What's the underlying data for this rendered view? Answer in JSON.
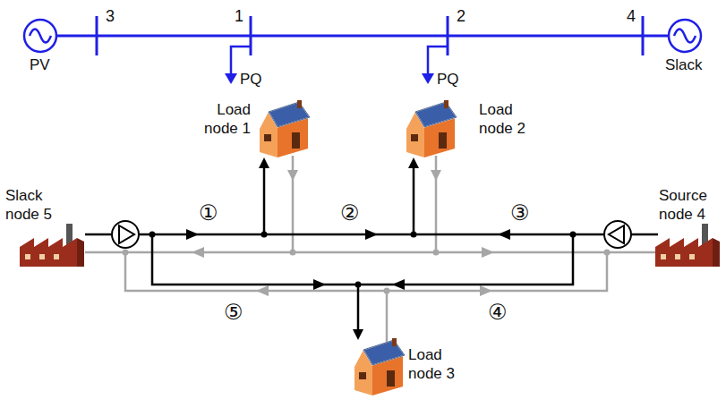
{
  "diagram": {
    "labels": [
      "3",
      "1",
      "2",
      "4",
      "PV",
      "PQ",
      "PQ",
      "Slack",
      "Load node 1",
      "Load node 2",
      "Slack node 5",
      "Source node 4",
      "①",
      "②",
      "③",
      "⑤",
      "④",
      "Load node 3"
    ]
  }
}
